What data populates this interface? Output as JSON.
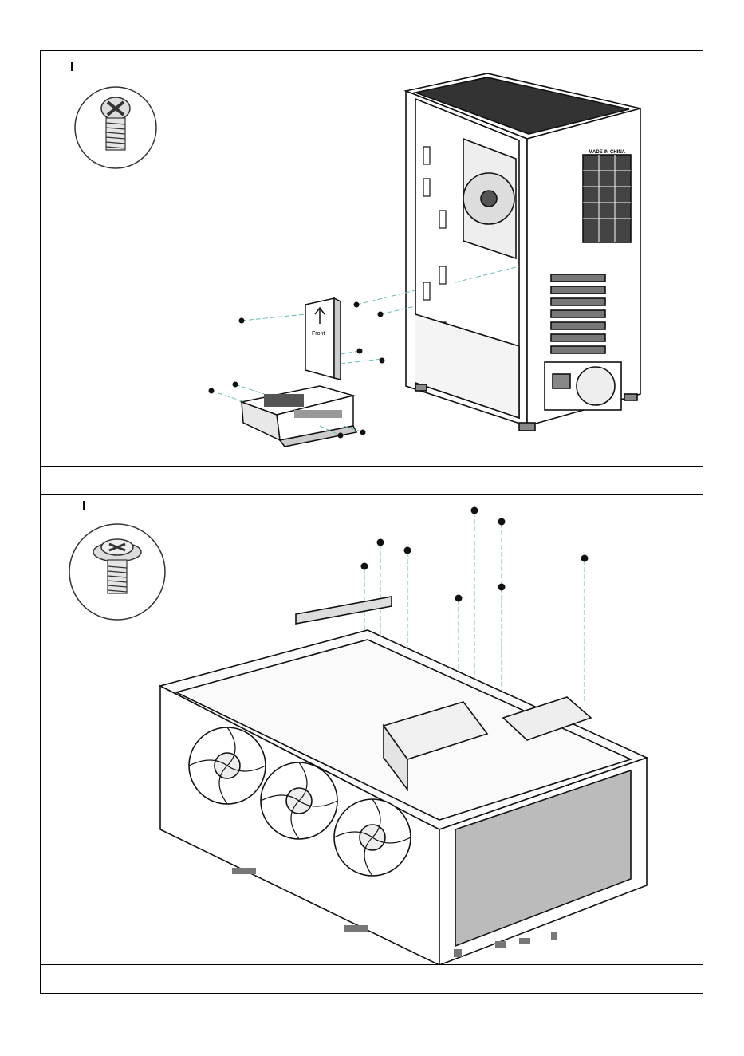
{
  "step1": {
    "marker": "I",
    "caption": "",
    "labels": {
      "made_in": "MADE IN CHINA",
      "front": "Front"
    },
    "screw_icon": "pan-head-screw-icon"
  },
  "step2": {
    "marker": "I",
    "caption": "",
    "screw_icon": "washer-head-screw-icon"
  }
}
